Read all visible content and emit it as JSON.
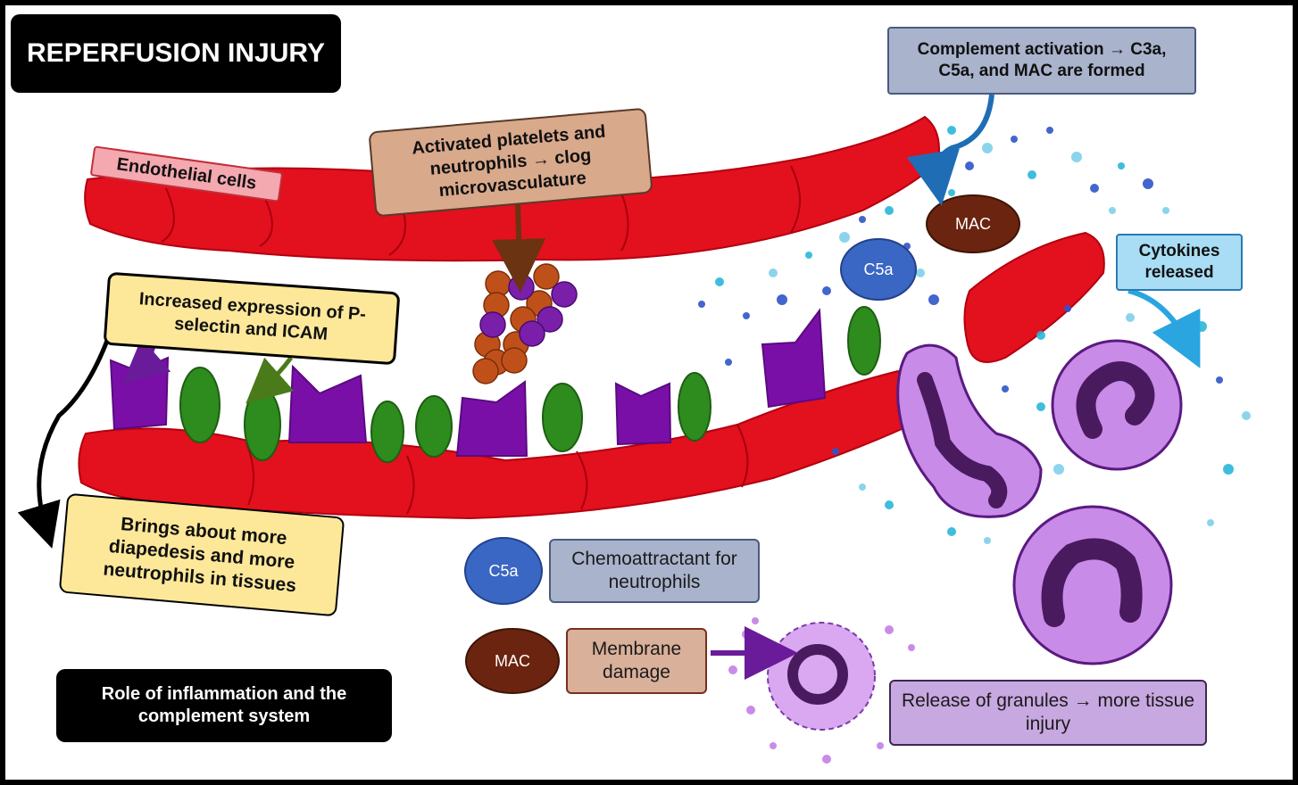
{
  "title": "REPERFUSION INJURY",
  "subtitle": "Role of inflammation and the complement system",
  "labels": {
    "endothelial": "Endothelial cells",
    "platelets": "Activated platelets and neutrophils → clog microvasculature",
    "complement": "Complement activation → C3a, C5a, and MAC are formed",
    "selectin": "Increased expression of P-selectin and ICAM",
    "diapedesis": "Brings about more diapedesis and more neutrophils in tissues",
    "cytokines": "Cytokines released",
    "chemo": "Chemoattractant for neutrophils",
    "membrane": "Membrane damage",
    "granules": "Release of granules → more tissue injury",
    "mac": "MAC",
    "c5a": "C5a"
  },
  "colors": {
    "vessel_red": "#e3101e",
    "purple_receptor": "#7a0fa8",
    "green_receptor": "#2e8b1e",
    "platelet_orange": "#c0501a",
    "neutrophil_light": "#c98be8",
    "nucleus_dark": "#4a1a5e",
    "c5a_blue": "#3a66c4",
    "mac_brown": "#6b2410",
    "box_tan": "#d9a98c",
    "box_slate": "#a9b3cc",
    "box_yellow": "#fde89a",
    "box_lightblue": "#a8ddf5",
    "box_lavender": "#c8a8e0",
    "box_pink": "#f4a8b0"
  }
}
